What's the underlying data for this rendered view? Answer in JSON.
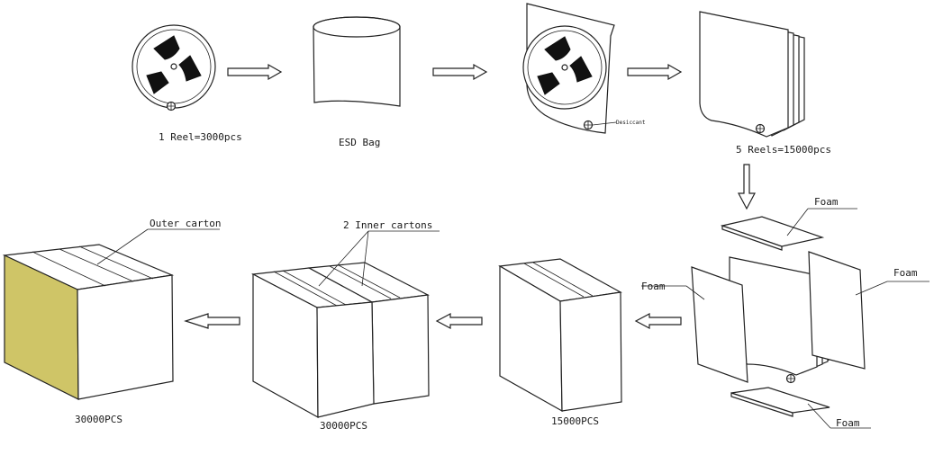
{
  "steps": {
    "reel_label": "1 Reel=3000pcs",
    "esd_label": "ESD Bag",
    "desiccant_label": "Desiccant",
    "five_reels_label": "5 Reels=15000pcs",
    "foam_top_label": "Foam",
    "foam_right_label": "Foam",
    "foam_left_label": "Foam",
    "foam_bottom_label": "Foam",
    "inner_carton_label": "15000PCS",
    "two_inner_label": "2 Inner cartons",
    "two_inner_qty": "30000PCS",
    "outer_label": "Outer carton",
    "outer_qty": "30000PCS"
  },
  "colors": {
    "outer_side": "#cfc567",
    "line": "#222222"
  },
  "icons": {
    "arrow": "hollow-arrow-icon",
    "reel": "reel-icon",
    "desiccant": "desiccant-icon"
  }
}
